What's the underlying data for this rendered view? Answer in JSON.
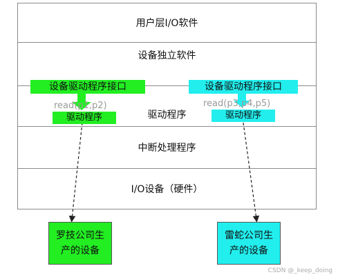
{
  "layers": {
    "user_io_software": "用户层I/O软件",
    "device_independent_software": "设备独立软件",
    "driver_program": "驱动程序",
    "interrupt_handler": "中断处理程序",
    "io_device_hardware": "I/O设备（硬件）"
  },
  "left_driver": {
    "interface_label": "设备驱动程序接口",
    "call_text": "read(p1,p2)",
    "driver_label": "驱动程序",
    "color": "#22ee22"
  },
  "right_driver": {
    "interface_label": "设备驱动程序接口",
    "call_text": "read(p3,p4,p5)",
    "driver_label": "驱动程序",
    "color": "#22eeee"
  },
  "devices": {
    "left": {
      "line1": "罗技公司生",
      "line2": "产的设备",
      "color": "#22ee22"
    },
    "right": {
      "line1": "雷蛇公司生",
      "line2": "产的设备",
      "color": "#22eeee"
    }
  },
  "watermark": "CSDN @_keep_doing"
}
